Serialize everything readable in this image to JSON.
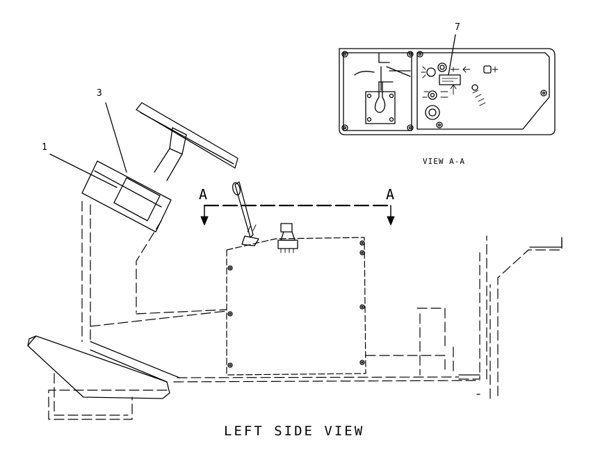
{
  "callouts": {
    "part_1": "1",
    "part_3": "3",
    "part_7": "7"
  },
  "section_markers": {
    "left": "A",
    "right": "A"
  },
  "detail_view_caption": "VIEW A-A",
  "main_caption": "LEFT SIDE VIEW",
  "colors": {
    "line": "#000000",
    "background": "#ffffff"
  }
}
